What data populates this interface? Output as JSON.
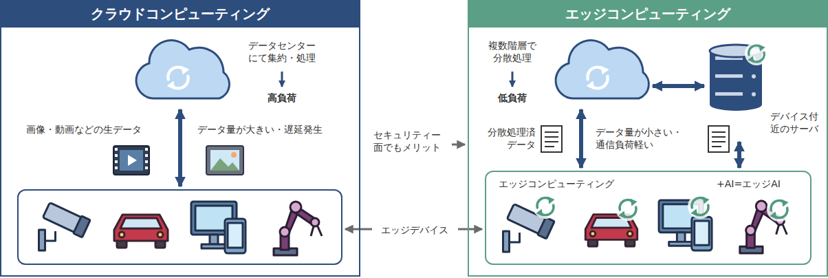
{
  "diagram": {
    "nodes": [
      {
        "text": [
          "クラウドコンピューティング"
        ]
      },
      {
        "text": [
          "データセンター にて集約・処理",
          "高負荷"
        ],
        "in": 0
      },
      {
        "text": [],
        "in": 0
      },
      {
        "text": [
          "エッジコンピューティング"
        ]
      },
      {
        "text": [
          "複数階層で 分散処理",
          "低負荷"
        ],
        "in": 3
      },
      {
        "text": [
          "デバイス付 近のサーバ"
        ],
        "in": 3
      },
      {
        "text": [
          "エッジコンピューティング",
          "+AI=エッジAI"
        ],
        "in": 3
      },
      {
        "text": [
          "エッジデバイス"
        ]
      },
      {
        "text": [
          "セキュリティー 面でもメリット"
        ]
      }
    ],
    "edges": [
      {
        "from": 1,
        "to": 2,
        "arrow": "both"
      },
      {
        "from": 4,
        "to": 6,
        "arrow": "both"
      },
      {
        "from": 5,
        "to": 6,
        "arrow": "both"
      },
      {
        "from": 4,
        "to": 5,
        "arrow": "both"
      },
      {
        "from": 7,
        "to": 2,
        "arrow": "to"
      },
      {
        "from": 7,
        "to": 6,
        "arrow": "to"
      },
      {
        "from": 8,
        "to": 3,
        "arrow": "to"
      }
    ],
    "labels": [
      "画像・動画などの生データ",
      "データ量が大きい・遅延発生",
      "分散処理済 データ",
      "データ量が小さい・ 通信負荷軽い"
    ]
  }
}
